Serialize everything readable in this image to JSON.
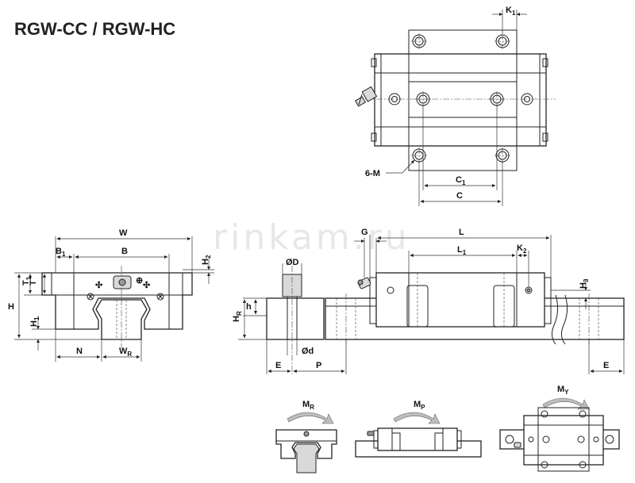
{
  "title": "RGW-CC / RGW-HC",
  "watermark": "rinkam.ru",
  "labels": {
    "K1": "K",
    "K1_sub": "1",
    "six_M": "6-M",
    "C1": "C",
    "C1_sub": "1",
    "C": "C",
    "W": "W",
    "B1": "B",
    "B1_sub": "1",
    "B": "B",
    "H2": "H",
    "H2_sub": "2",
    "T1": "T",
    "T1_sub": "1",
    "T": "T",
    "H": "H",
    "H1": "H",
    "H1_sub": "1",
    "N": "N",
    "WR": "W",
    "WR_sub": "R",
    "OD": "ØD",
    "h": "h",
    "HR": "H",
    "HR_sub": "R",
    "Od": "Ød",
    "E_left": "E",
    "P": "P",
    "G": "G",
    "L": "L",
    "L1": "L",
    "L1_sub": "1",
    "K2": "K",
    "K2_sub": "2",
    "H3": "H",
    "H3_sub": "3",
    "E_right": "E",
    "MR": "M",
    "MR_sub": "R",
    "MP": "M",
    "MP_sub": "P",
    "MY": "M",
    "MY_sub": "Y"
  }
}
